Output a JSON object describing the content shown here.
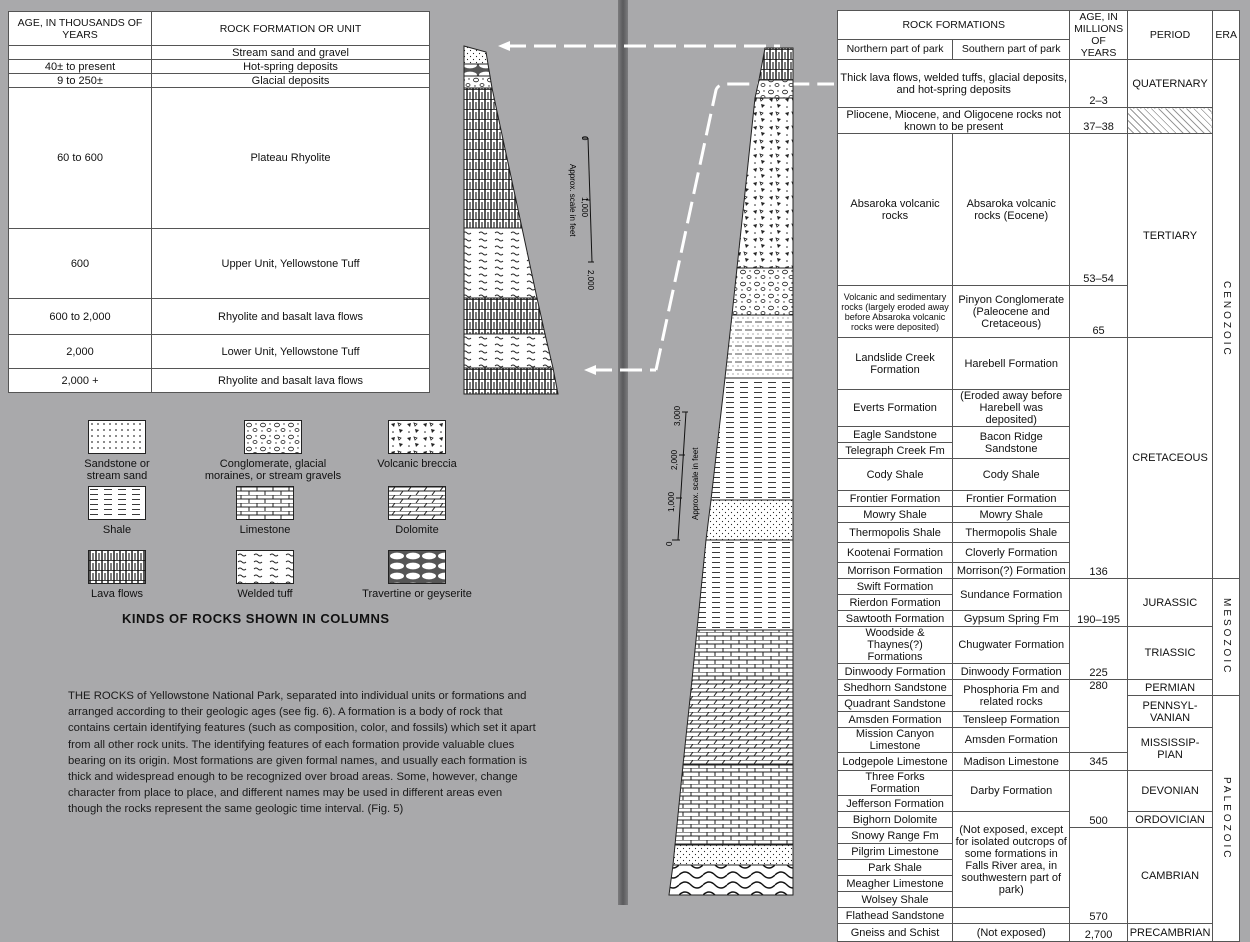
{
  "left_table": {
    "headers": [
      "AGE, IN THOUSANDS OF YEARS",
      "ROCK FORMATION OR UNIT"
    ],
    "rows": [
      {
        "age": "",
        "unit": "Stream sand and gravel"
      },
      {
        "age": "40± to present",
        "unit": "Hot-spring deposits"
      },
      {
        "age": "9 to 250±",
        "unit": "Glacial deposits"
      },
      {
        "age": "60 to 600",
        "unit": "Plateau Rhyolite"
      },
      {
        "age": "600",
        "unit": "Upper Unit, Yellowstone Tuff"
      },
      {
        "age": "600 to 2,000",
        "unit": "Rhyolite and basalt lava flows"
      },
      {
        "age": "2,000",
        "unit": "Lower Unit, Yellowstone Tuff"
      },
      {
        "age": "2,000 +",
        "unit": "Rhyolite and basalt lava flows"
      }
    ]
  },
  "left_scale": {
    "label": "Approx. scale in feet",
    "ticks": [
      "0",
      "1,000",
      "2,000"
    ]
  },
  "right_scale": {
    "label": "Approx. scale in feet",
    "ticks": [
      "0",
      "1,000",
      "2,000",
      "3,000"
    ]
  },
  "legend": {
    "title": "KINDS OF ROCKS SHOWN IN COLUMNS",
    "items": [
      {
        "name": "sandstone",
        "label": "Sandstone or stream sand"
      },
      {
        "name": "conglomerate",
        "label": "Conglomerate, glacial moraines, or stream gravels"
      },
      {
        "name": "volcanic-breccia",
        "label": "Volcanic breccia"
      },
      {
        "name": "shale",
        "label": "Shale"
      },
      {
        "name": "limestone",
        "label": "Limestone"
      },
      {
        "name": "dolomite",
        "label": "Dolomite"
      },
      {
        "name": "lava-flows",
        "label": "Lava flows"
      },
      {
        "name": "welded-tuff",
        "label": "Welded tuff"
      },
      {
        "name": "travertine",
        "label": "Travertine or geyserite"
      }
    ]
  },
  "caption": "THE ROCKS of Yellowstone National Park, separated into individual units or formations and arranged according to their geologic ages (see fig. 6). A formation is a body of rock that contains certain identifying features (such as composition, color, and fossils) which set it apart from all other rock units. The identifying features of each formation provide valuable clues bearing on its origin. Most formations are given formal names, and usually each formation is thick and widespread enough to be recognized over broad areas. Some, however, change character from place to place, and different names may be used in different areas even though the rocks represent the same geologic time interval. (Fig. 5)",
  "right_table": {
    "headers": {
      "formations": "ROCK FORMATIONS",
      "north": "Northern part of park",
      "south": "Southern part of park",
      "age": "AGE, IN MILLIONS OF YEARS",
      "period": "PERIOD",
      "era": "ERA"
    },
    "top": "Thick lava flows, welded tuffs, glacial deposits, and hot-spring deposits",
    "gap": "Pliocene, Miocene, and Oligocene rocks not known to be present",
    "north": [
      "Absaroka volcanic rocks",
      "Volcanic and sedimentary rocks (largely eroded away before Absaroka volcanic rocks were deposited)",
      "Landslide Creek Formation",
      "Everts Formation",
      "Eagle Sandstone",
      "Telegraph Creek Fm",
      "Cody Shale",
      "Frontier Formation",
      "Mowry Shale",
      "Thermopolis Shale",
      "Kootenai Formation",
      "Morrison Formation",
      "Swift Formation",
      "Rierdon Formation",
      "Sawtooth Formation",
      "Woodside & Thaynes(?) Formations",
      "Dinwoody Formation",
      "Shedhorn Sandstone",
      "Quadrant Sandstone",
      "Amsden Formation",
      "Mission Canyon Limestone",
      "Lodgepole Limestone",
      "Three Forks Formation",
      "Jefferson Formation",
      "Bighorn Dolomite",
      "Snowy Range Fm",
      "Pilgrim Limestone",
      "Park Shale",
      "Meagher Limestone",
      "Wolsey Shale",
      "Flathead Sandstone",
      "Gneiss and Schist"
    ],
    "south": [
      "Absaroka volcanic rocks (Eocene)",
      "Pinyon Conglomerate (Paleocene and Cretaceous)",
      "Harebell Formation",
      "(Eroded away before Harebell was deposited)",
      "Bacon Ridge Sandstone",
      "Cody Shale",
      "Frontier Formation",
      "Mowry Shale",
      "Thermopolis Shale",
      "Cloverly Formation",
      "Morrison(?) Formation",
      "Sundance Formation",
      "Gypsum Spring Fm",
      "Chugwater Formation",
      "Dinwoody Formation",
      "Phosphoria Fm and related rocks",
      "Tensleep Formation",
      "Amsden Formation",
      "Madison Limestone",
      "Darby Formation",
      "(Not exposed, except for isolated outcrops of some formations in Falls River area, in southwestern part of park)",
      "(Not exposed)"
    ],
    "ages": [
      "2–3",
      "37–38",
      "53–54",
      "65",
      "136",
      "190–195",
      "225",
      "280",
      "345",
      "500",
      "570",
      "2,700"
    ],
    "periods": [
      "QUATERNARY",
      "TERTIARY",
      "CRETACEOUS",
      "JURASSIC",
      "TRIASSIC",
      "PERMIAN",
      "PENNSYL- VANIAN",
      "MISSISSIP- PIAN",
      "DEVONIAN",
      "ORDOVICIAN",
      "CAMBRIAN",
      "PRECAMBRIAN"
    ],
    "eras": [
      "CENOZOIC",
      "MESOZOIC",
      "PALEOZOIC"
    ]
  }
}
